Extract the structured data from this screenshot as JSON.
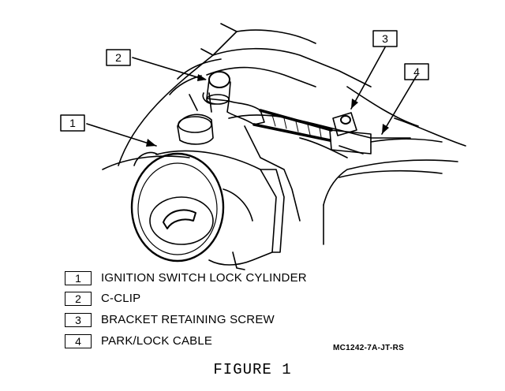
{
  "callouts": [
    {
      "num": "1"
    },
    {
      "num": "2"
    },
    {
      "num": "3"
    },
    {
      "num": "4"
    }
  ],
  "legend": [
    {
      "num": "1",
      "label": "IGNITION SWITCH LOCK CYLINDER"
    },
    {
      "num": "2",
      "label": "C-CLIP"
    },
    {
      "num": "3",
      "label": "BRACKET RETAINING SCREW"
    },
    {
      "num": "4",
      "label": "PARK/LOCK CABLE"
    }
  ],
  "ref_code": "MC1242-7A-JT-RS",
  "caption": "FIGURE 1"
}
